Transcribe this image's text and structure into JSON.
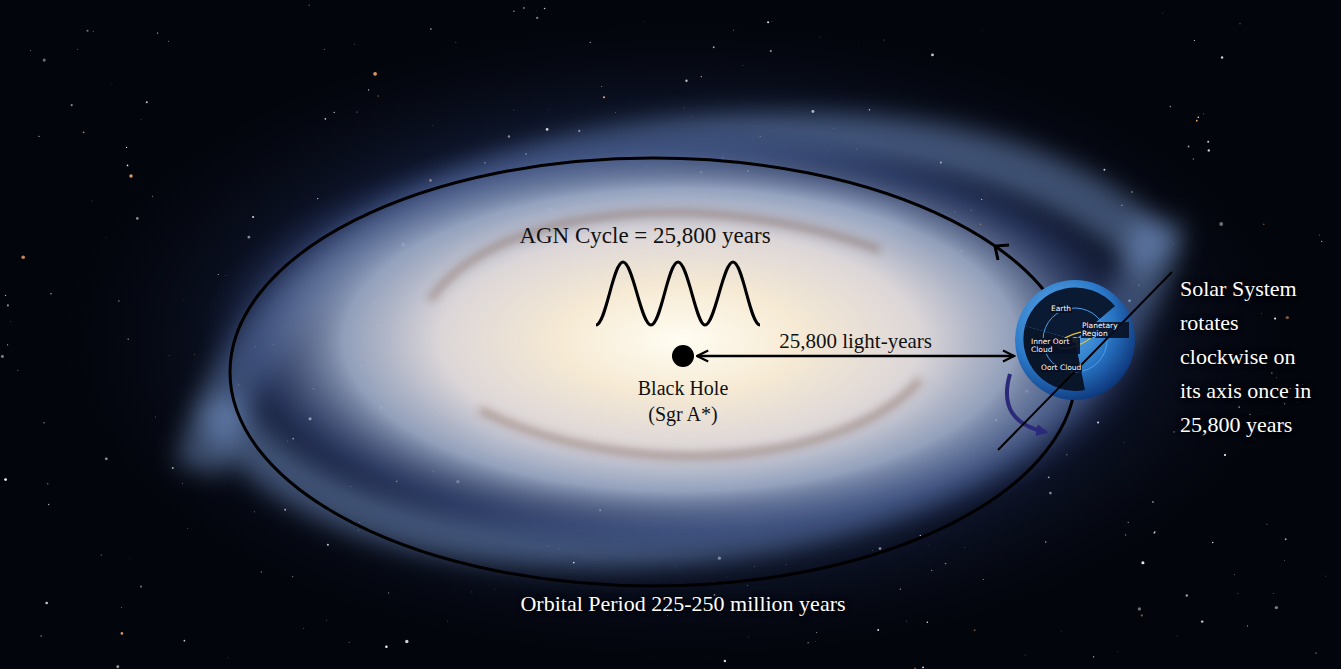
{
  "diagram": {
    "nodes": [
      {
        "text": [
          "Black Hole (Sgr A*)"
        ]
      },
      {
        "text": [
          "Solar System rotates clockwise on its axis once in 25,800 years"
        ]
      }
    ],
    "edges": [
      {
        "from": 0,
        "to": 1,
        "label": "25,800 light-years",
        "arrow": "both"
      }
    ],
    "labels": [
      "AGN Cycle = 25,800 years",
      "Orbital Period 225-250 million years",
      "Earth",
      "Planetary Region",
      "Inner Oort Cloud",
      "Oort Cloud"
    ]
  }
}
